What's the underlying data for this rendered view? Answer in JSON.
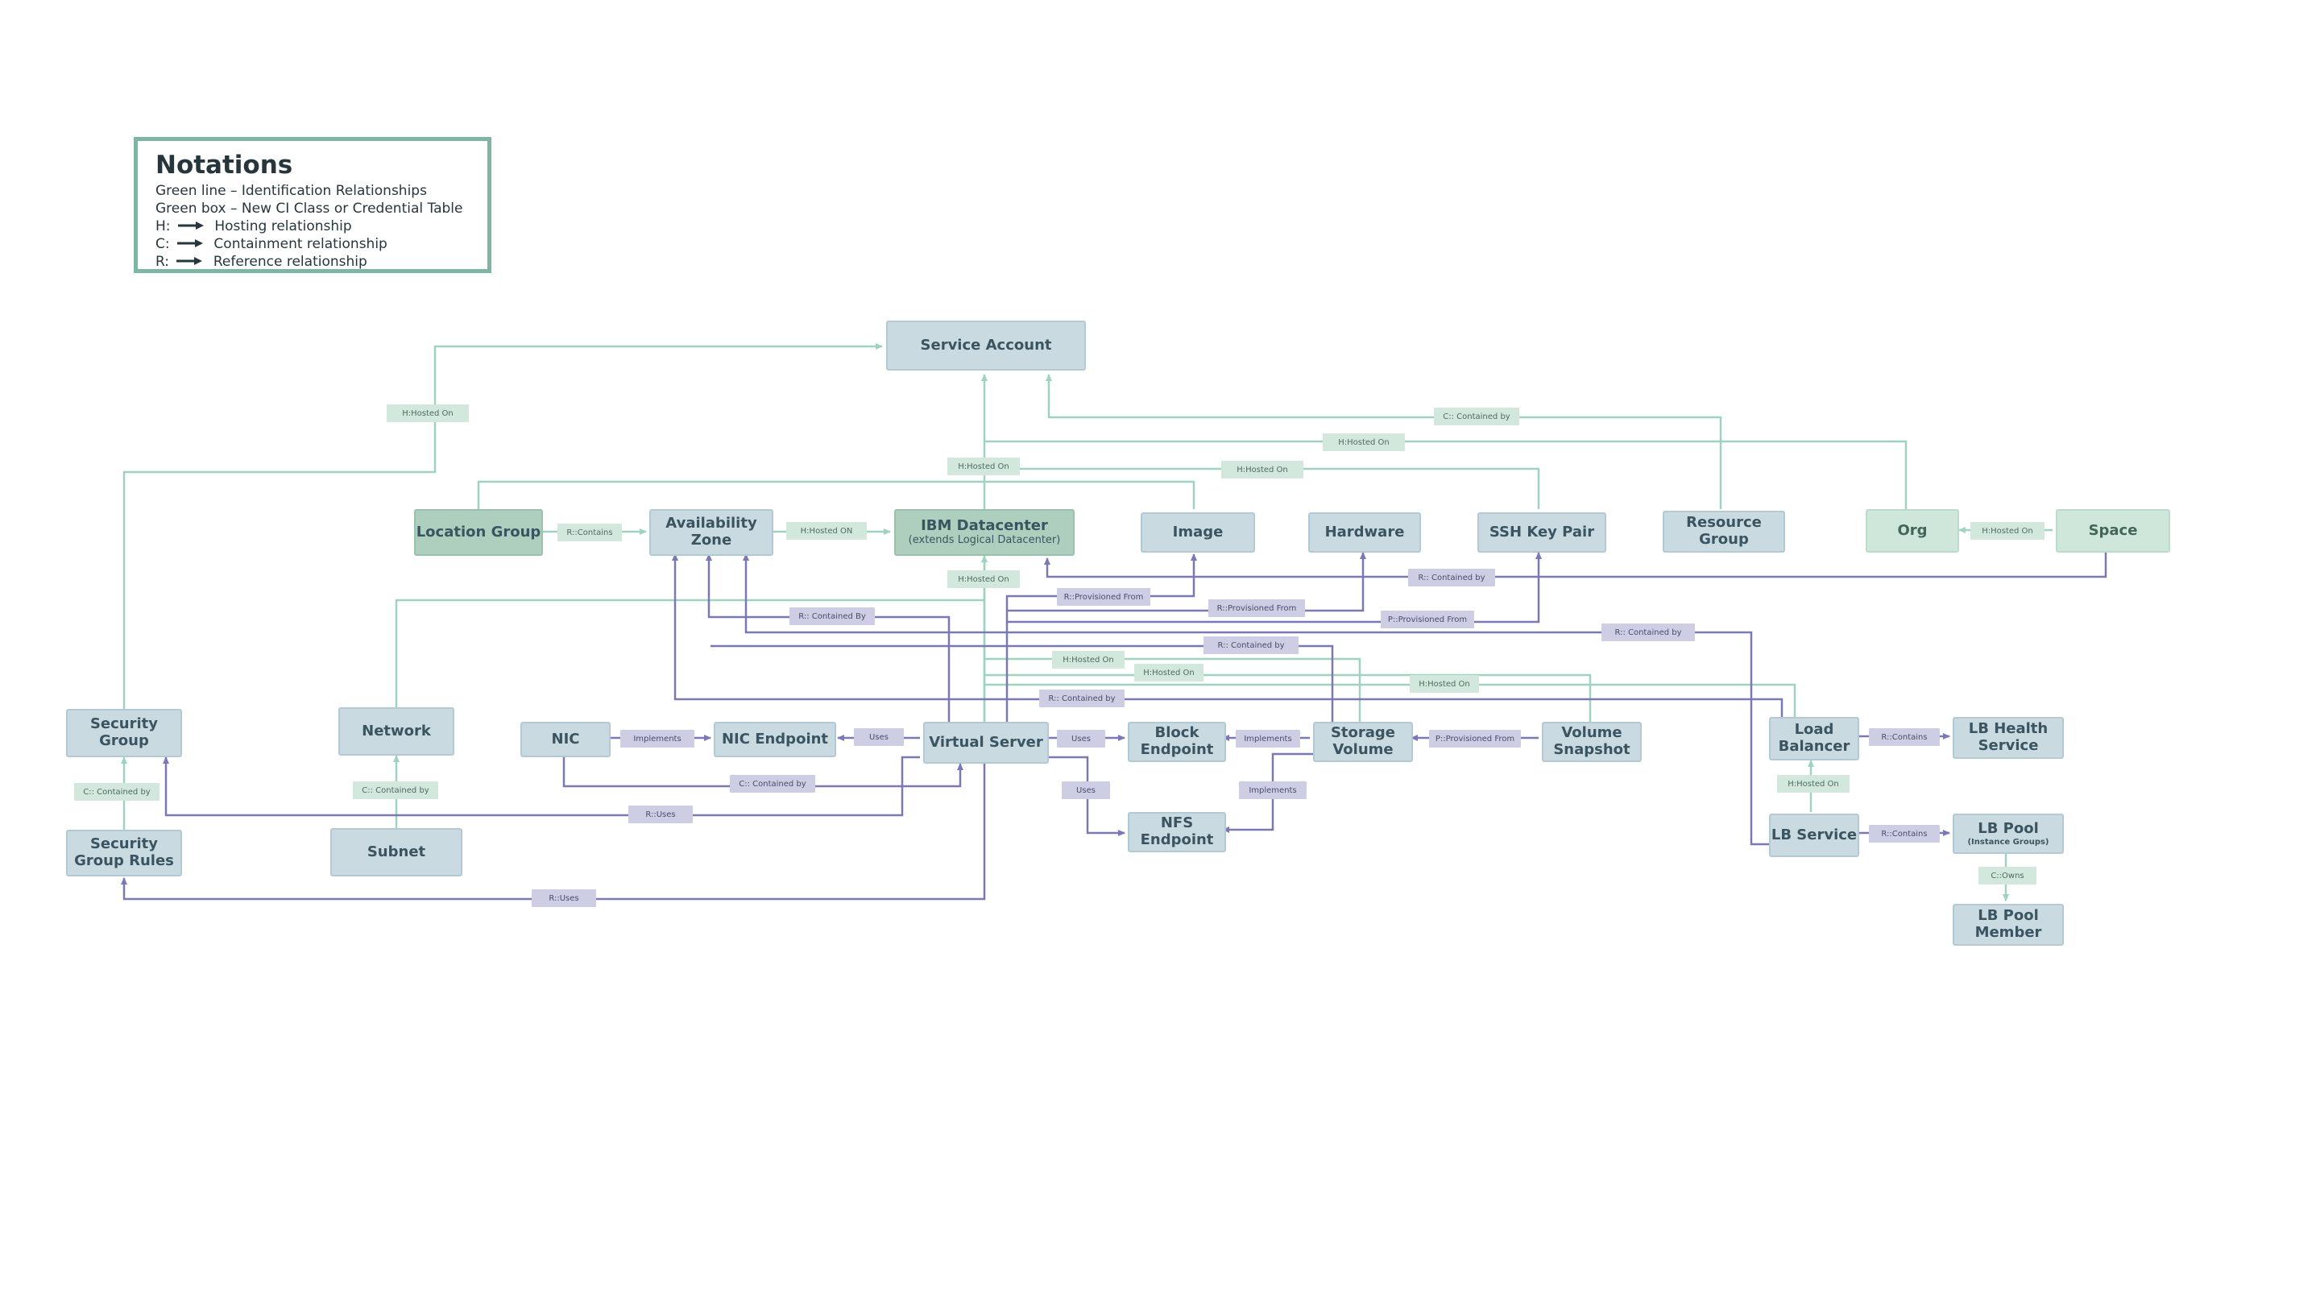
{
  "legend": {
    "title": "Notations",
    "line1": "Green line – Identification Relationships",
    "line2": "Green box – New CI Class or Credential Table",
    "line3_prefix": "H:",
    "line3_text": "Hosting relationship",
    "line4_prefix": "C:",
    "line4_text": "Containment relationship",
    "line5_prefix": "R:",
    "line5_text": "Reference relationship"
  },
  "colors": {
    "identification_line": "#9fd3bf",
    "reference_line": "#7a78b5",
    "ci_box": "#c9dae1",
    "new_ci_box": "#aecfbd"
  },
  "nodes": {
    "service_account": "Service Account",
    "location_group": "Location Group",
    "availability_zone": "Availability Zone",
    "ibm_datacenter": "IBM Datacenter",
    "ibm_datacenter_sub": "(extends Logical Datacenter)",
    "image": "Image",
    "hardware": "Hardware",
    "ssh_key_pair": "SSH Key Pair",
    "resource_group": "Resource Group",
    "org": "Org",
    "space": "Space",
    "security_group": "Security Group",
    "network": "Network",
    "nic": "NIC",
    "nic_endpoint": "NIC Endpoint",
    "virtual_server": "Virtual Server",
    "block_endpoint": "Block Endpoint",
    "storage_volume": "Storage Volume",
    "volume_snapshot": "Volume Snapshot",
    "load_balancer": "Load Balancer",
    "lb_health_service": "LB Health Service",
    "security_group_rules": "Security Group Rules",
    "subnet": "Subnet",
    "nfs_endpoint": "NFS Endpoint",
    "lb_service": "LB Service",
    "lb_pool": "LB Pool",
    "lb_pool_sub": "(Instance Groups)",
    "lb_pool_member": "LB Pool Member"
  },
  "labels": {
    "hosted_on_sa_left": "H:Hosted On",
    "contained_by_rg": "C:: Contained by",
    "hosted_on_org": "H:Hosted On",
    "hosted_on_main": "H:Hosted On",
    "hosted_on_image": "H:Hosted On",
    "r_contains_lg": "R::Contains",
    "hosted_on_az": "H:Hosted ON",
    "hosted_on_space": "H:Hosted On",
    "hosted_on_dc": "H:Hosted On",
    "contained_by_space": "R:: Contained by",
    "provisioned_image": "R::Provisioned From",
    "provisioned_hw": "R::Provisioned From",
    "provisioned_ssh": "P::Provisioned From",
    "contained_by_sg": "R:: Contained By",
    "contained_by_rg2": "R:: Contained by",
    "contained_by_mid": "R:: Contained by",
    "hosted_on_1": "H:Hosted On",
    "hosted_on_2": "H:Hosted On",
    "hosted_on_3": "H:Hosted On",
    "contained_by_az": "R:: Contained by",
    "implements_nic": "Implements",
    "uses_nic_ep": "Uses",
    "uses_block": "Uses",
    "implements_block": "Implements",
    "provisioned_snapshot": "P::Provisioned From",
    "r_contains_health": "R::Contains",
    "c_contained_sg": "C:: Contained by",
    "c_contained_subnet": "C:: Contained by",
    "c_contained_nic": "C:: Contained by",
    "uses_nfs": "Uses",
    "implements_nfs": "Implements",
    "r_uses_sg": "R::Uses",
    "hosted_on_lb": "H:Hosted On",
    "r_contains_pool": "R::Contains",
    "c_owns": "C::Owns",
    "r_uses_bottom": "R::Uses"
  }
}
